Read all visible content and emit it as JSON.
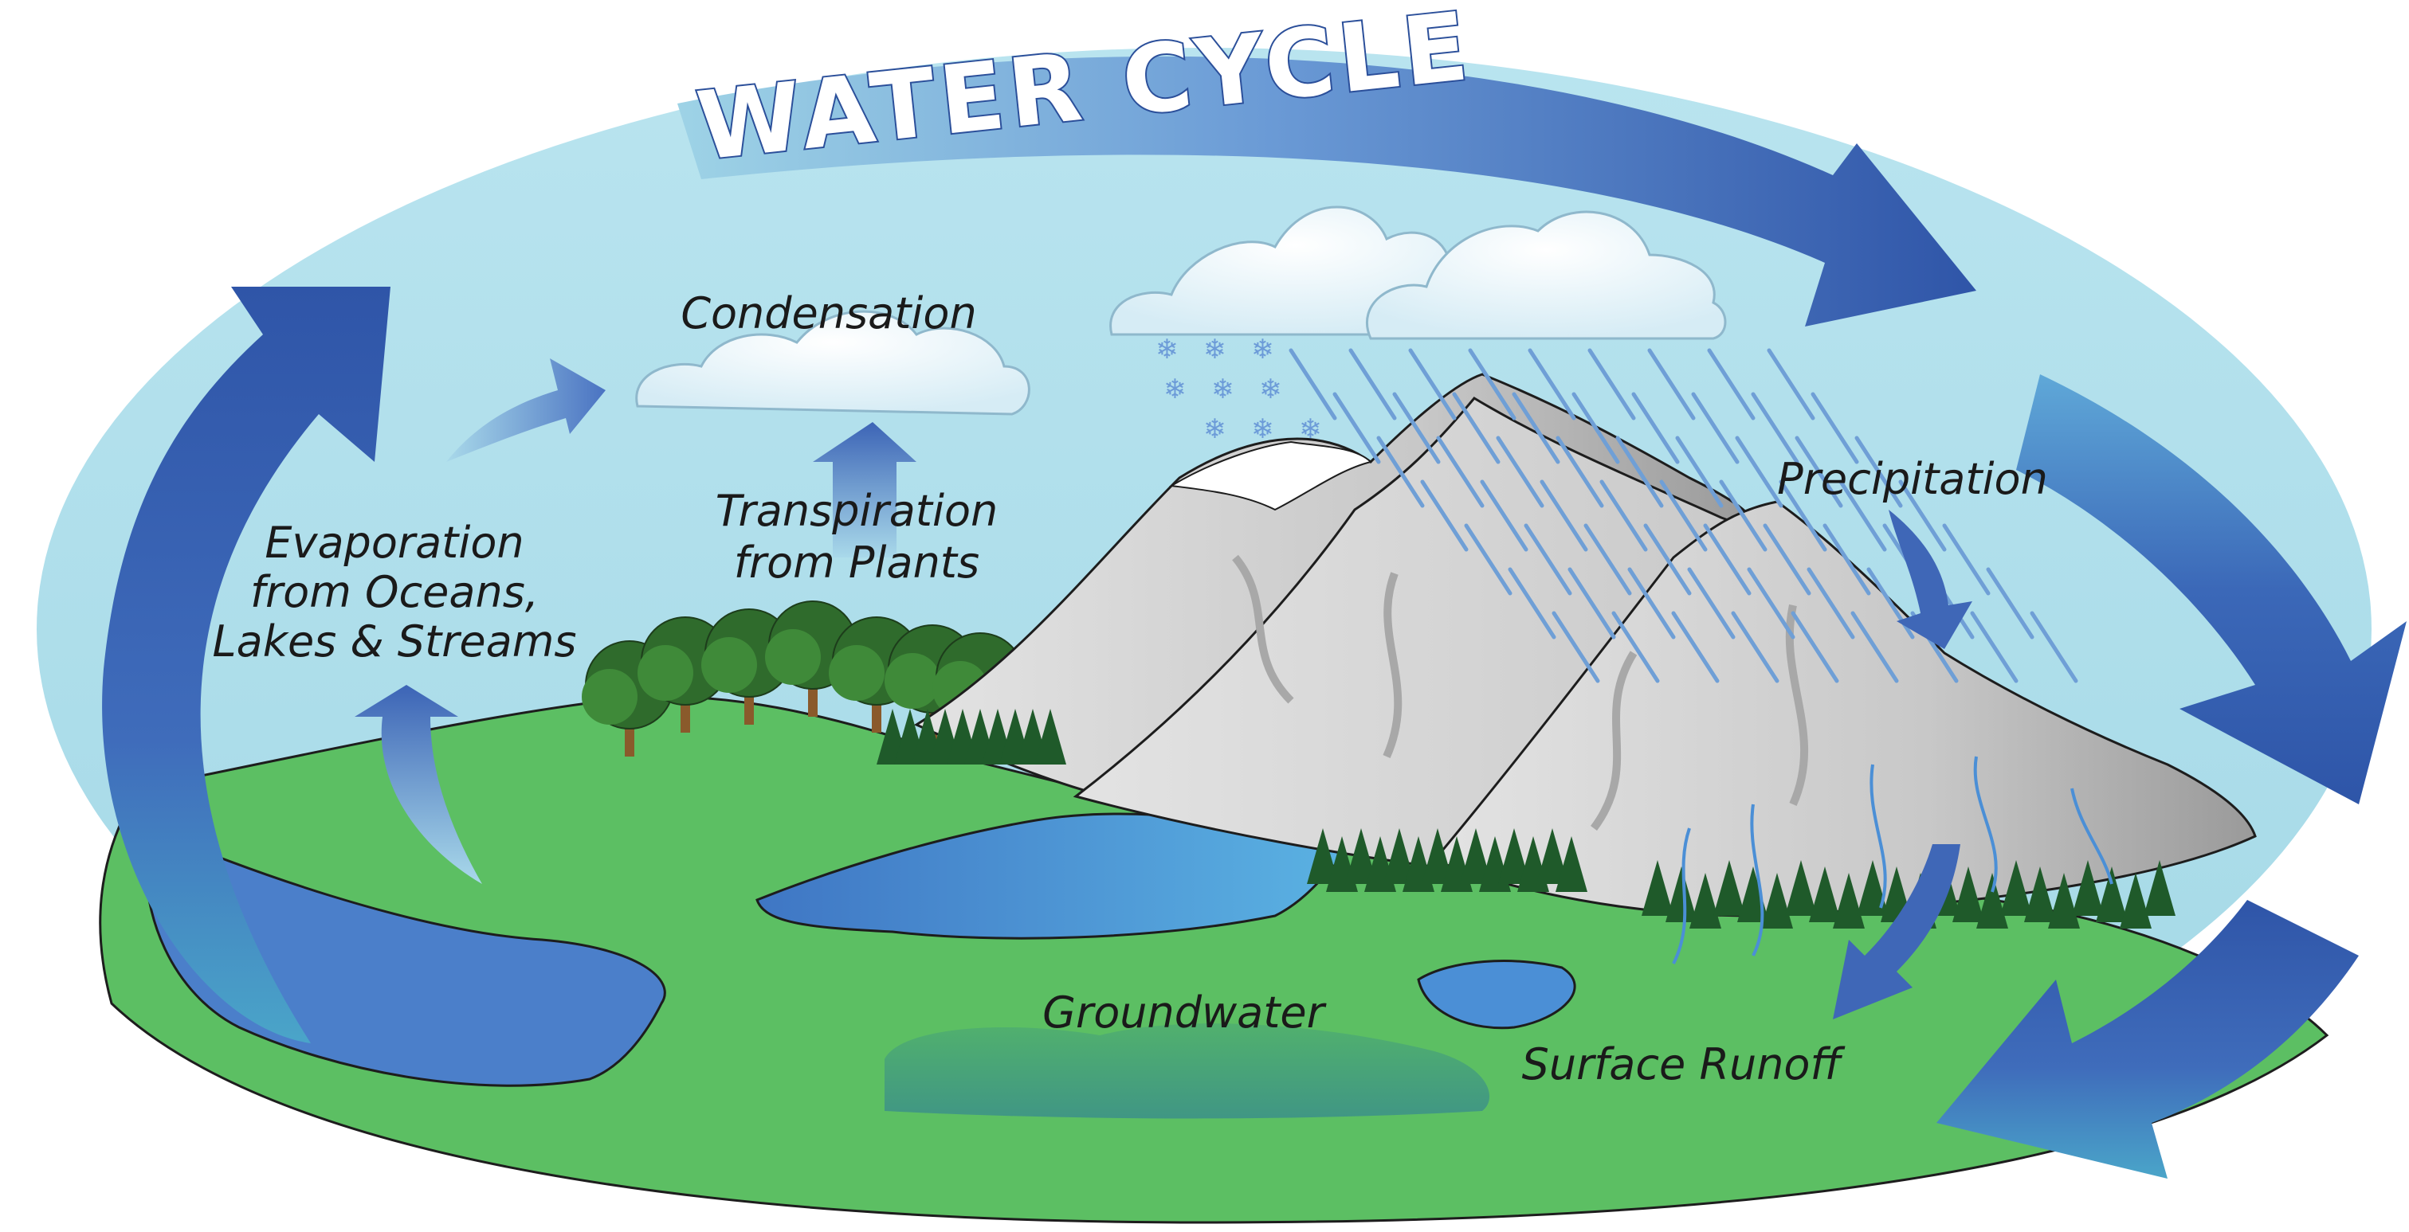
{
  "title": "WATER CYCLE",
  "labels": {
    "condensation": "Condensation",
    "transpiration_line1": "Transpiration",
    "transpiration_line2": "from Plants",
    "evaporation_line1": "Evaporation",
    "evaporation_line2": "from Oceans,",
    "evaporation_line3": "Lakes & Streams",
    "precipitation": "Precipitation",
    "groundwater": "Groundwater",
    "surface_runoff": "Surface Runoff"
  },
  "colors": {
    "sky": "#a8dce9",
    "arrow": "#3d63b5",
    "ground": "#5cbf63",
    "water": "#4f8fd4",
    "mountain": "#c9c9c9",
    "tree": "#2f6b2c",
    "cloud": "#ffffff"
  }
}
